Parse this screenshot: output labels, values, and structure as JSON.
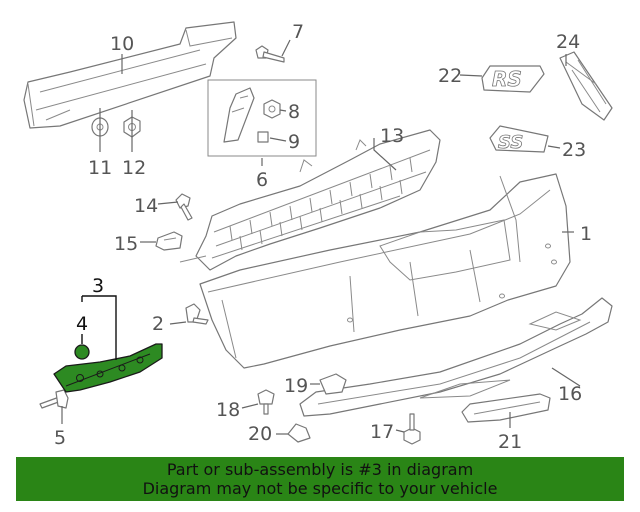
{
  "callouts": {
    "c1": "1",
    "c2": "2",
    "c3": "3",
    "c4": "4",
    "c5": "5",
    "c6": "6",
    "c7": "7",
    "c8": "8",
    "c9": "9",
    "c10": "10",
    "c11": "11",
    "c12": "12",
    "c13": "13",
    "c14": "14",
    "c15": "15",
    "c16": "16",
    "c17": "17",
    "c18": "18",
    "c19": "19",
    "c20": "20",
    "c21": "21",
    "c22": "22",
    "c23": "23",
    "c24": "24"
  },
  "highlight_part": "3",
  "colors": {
    "highlight_fill": "#2d8a22",
    "banner_bg": "#2a8516",
    "line_art": "#777777"
  },
  "banner": {
    "line1": "Part or sub-assembly is #3 in diagram",
    "line2": "Diagram may not be specific to your vehicle"
  }
}
